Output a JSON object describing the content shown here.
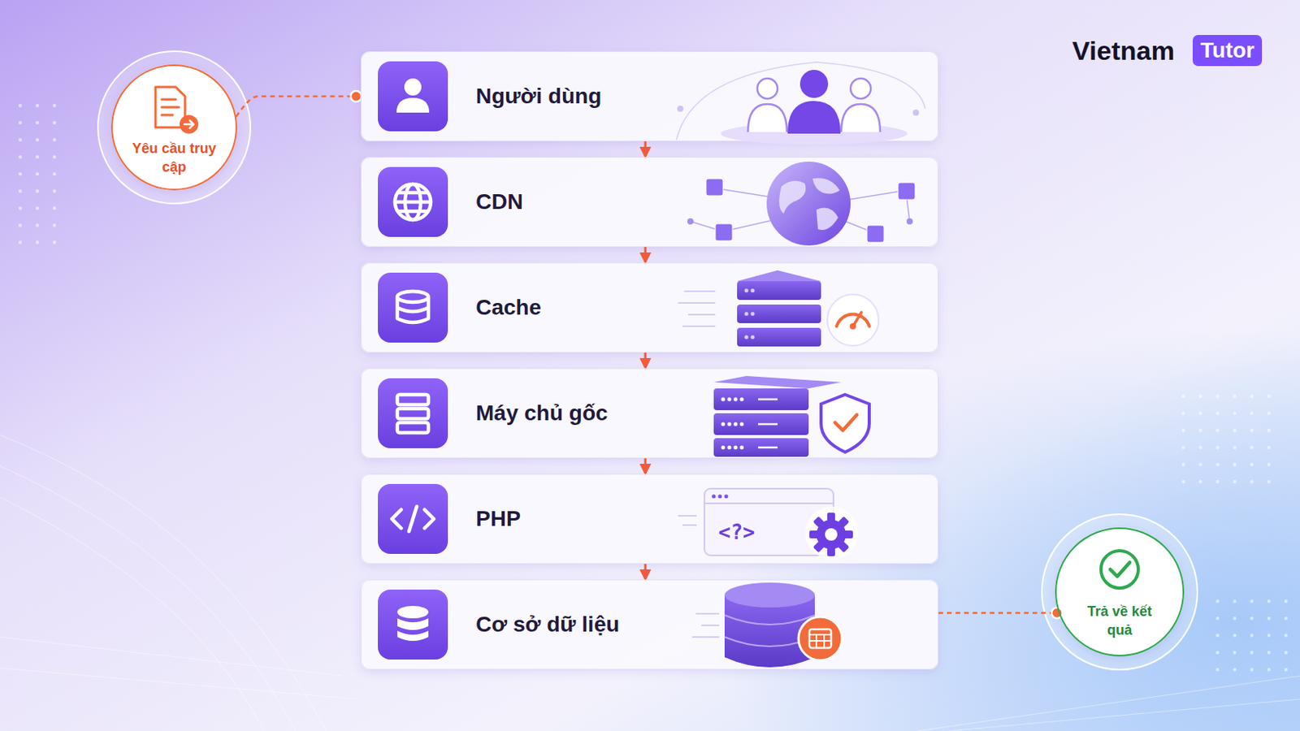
{
  "diagram": {
    "nodes": [
      {
        "text": [
          "Yêu cầu truy cập"
        ]
      },
      {
        "text": [
          "Người dùng"
        ]
      },
      {
        "text": [
          "CDN"
        ]
      },
      {
        "text": [
          "Cache"
        ]
      },
      {
        "text": [
          "Máy chủ gốc"
        ]
      },
      {
        "text": [
          "PHP"
        ]
      },
      {
        "text": [
          "Cơ sở dữ liệu"
        ]
      },
      {
        "text": [
          "Trả về kết quả"
        ]
      }
    ],
    "edges": [
      {
        "from": 0,
        "to": 1,
        "arrow": "none"
      },
      {
        "from": 1,
        "to": 2,
        "arrow": "to"
      },
      {
        "from": 2,
        "to": 3,
        "arrow": "to"
      },
      {
        "from": 3,
        "to": 4,
        "arrow": "to"
      },
      {
        "from": 4,
        "to": 5,
        "arrow": "to"
      },
      {
        "from": 5,
        "to": 6,
        "arrow": "to"
      },
      {
        "from": 6,
        "to": 7,
        "arrow": "none"
      }
    ],
    "labels": [
      "Vietnam",
      "Tutor",
      "<?>"
    ]
  }
}
